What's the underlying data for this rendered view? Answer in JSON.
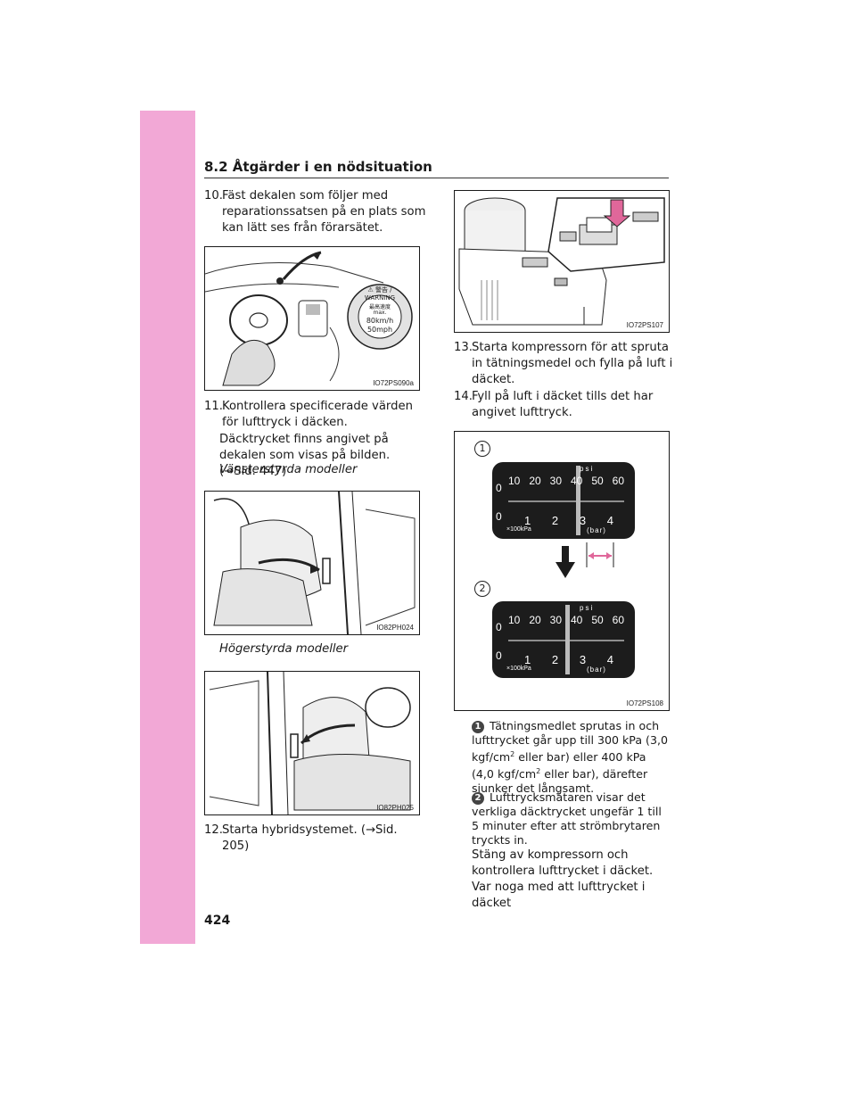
{
  "header": {
    "section_title": "8.2 Åtgärder i en nödsituation"
  },
  "steps": {
    "s10": {
      "num": "10.",
      "text": "Fäst dekalen som följer med reparationssatsen på en plats som kan lätt ses från förarsätet."
    },
    "s11": {
      "num": "11.",
      "text": "Kontrollera specificerade värden för lufttryck i däcken."
    },
    "s11_note": "Däcktrycket finns angivet på dekalen som visas på bilden. (→Sid. 447)",
    "lhd_label": "Vänsterstyrda modeller",
    "rhd_label": "Högerstyrda modeller",
    "s12": {
      "num": "12.",
      "text": "Starta hybridsystemet. (→Sid. 205)"
    },
    "s13": {
      "num": "13.",
      "text": "Starta kompressorn för att spruta in tätningsmedel och fylla på luft i däcket."
    },
    "s14": {
      "num": "14.",
      "text": "Fyll på luft i däcket tills det har angivet lufttryck."
    }
  },
  "figures": {
    "f1": {
      "code": "IO72PS090a"
    },
    "f2": {
      "code": "IO82PH024"
    },
    "f3": {
      "code": "IO82PH025"
    },
    "f4": {
      "code": "IO72PS107"
    },
    "f5": {
      "code": "IO72PS108"
    }
  },
  "decal": {
    "warning": "⚠ 警告 / WARNING",
    "speed_cn": "最高速度",
    "max": "max.",
    "kmh": "80km/h",
    "mph": "50mph"
  },
  "gauge": {
    "callout1": "1",
    "callout2": "2",
    "psi": "psi",
    "bar": "(bar)",
    "unit": "×100kPa",
    "psi_ticks": [
      "10",
      "20",
      "30",
      "40",
      "50",
      "60"
    ],
    "kpa_ticks": [
      "1",
      "2",
      "3",
      "4"
    ],
    "zero": "0"
  },
  "notes": {
    "n1_badge": "1",
    "n1_text": "Tätningsmedlet sprutas in och lufttrycket går upp till 300 kPa (3,0 kgf/cm",
    "n1_text_b": " eller bar) eller 400 kPa (4,0 kgf/cm",
    "n1_text_c": " eller bar), därefter sjunker det långsamt.",
    "sup": "2",
    "n2_badge": "2",
    "n2_text": "Lufttrycksmätaren visar det verkliga däcktrycket ungefär 1 till 5 minuter efter att strömbrytaren tryckts in.",
    "p1": "Stäng av kompressorn och kontrollera lufttrycket i däcket.",
    "p2": "Var noga med att lufttrycket i däcket"
  },
  "page_number": "424"
}
